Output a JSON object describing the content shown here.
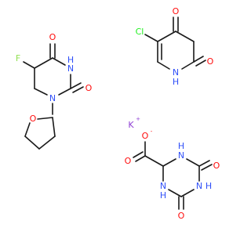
{
  "colors": {
    "O": "#ff0d0d",
    "N": "#3050f8",
    "F": "#90e050",
    "Cl": "#1ff01f",
    "K": "#8f40d4",
    "H": "#3050f8",
    "bond": "#1a1a1a",
    "background": "#ffffff"
  },
  "molecules": [
    {
      "id": "chloro-pyridinedione",
      "atoms": [
        {
          "id": "o4",
          "el": "O",
          "text": "O"
        },
        {
          "id": "cl",
          "el": "Cl",
          "text": "Cl"
        },
        {
          "id": "nh1",
          "el": "N",
          "text": "N",
          "h": "H"
        },
        {
          "id": "o2",
          "el": "O",
          "text": "O"
        }
      ]
    },
    {
      "id": "fluoro-tetrahydrofuranyl-pyrimidinedione",
      "atoms": [
        {
          "id": "o4",
          "el": "O",
          "text": "O"
        },
        {
          "id": "f",
          "el": "F",
          "text": "F"
        },
        {
          "id": "nh3",
          "el": "N",
          "text": "N",
          "h": "H"
        },
        {
          "id": "o2",
          "el": "O",
          "text": "O"
        },
        {
          "id": "n1",
          "el": "N",
          "text": "N"
        },
        {
          "id": "o_thf",
          "el": "O",
          "text": "O"
        }
      ]
    },
    {
      "id": "potassium-triazinane-carboxylate",
      "atoms": [
        {
          "id": "k",
          "el": "K",
          "text": "K",
          "charge": "+"
        },
        {
          "id": "o_minus",
          "el": "O",
          "text": "O",
          "charge": "-"
        },
        {
          "id": "o_carbonyl",
          "el": "O",
          "text": "O"
        },
        {
          "id": "nh_top",
          "el": "N",
          "text": "N",
          "h": "H"
        },
        {
          "id": "o_top",
          "el": "O",
          "text": "O"
        },
        {
          "id": "nh_right",
          "el": "N",
          "text": "N",
          "h": "H"
        },
        {
          "id": "o_bottom",
          "el": "O",
          "text": "O"
        },
        {
          "id": "nh_bottom",
          "el": "N",
          "text": "N",
          "h": "H"
        }
      ]
    }
  ]
}
